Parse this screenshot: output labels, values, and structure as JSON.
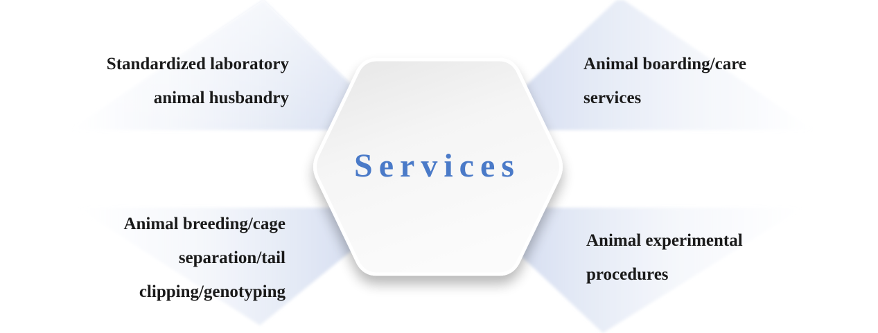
{
  "center": {
    "title": "Services",
    "title_color": "#4a7ac8"
  },
  "services": {
    "top_left": {
      "lines": [
        "Standardized laboratory",
        "animal husbandry"
      ]
    },
    "top_right": {
      "lines": [
        "Animal boarding/care",
        "services"
      ]
    },
    "bottom_left": {
      "lines": [
        "Animal breeding/cage",
        "separation/tail",
        "clipping/genotyping"
      ]
    },
    "bottom_right": {
      "lines": [
        "Animal experimental",
        "procedures"
      ]
    }
  },
  "colors": {
    "panel_tint": "#dce3f2",
    "hexagon_fill": "#f4f4f4",
    "text": "#1a1a1a"
  }
}
